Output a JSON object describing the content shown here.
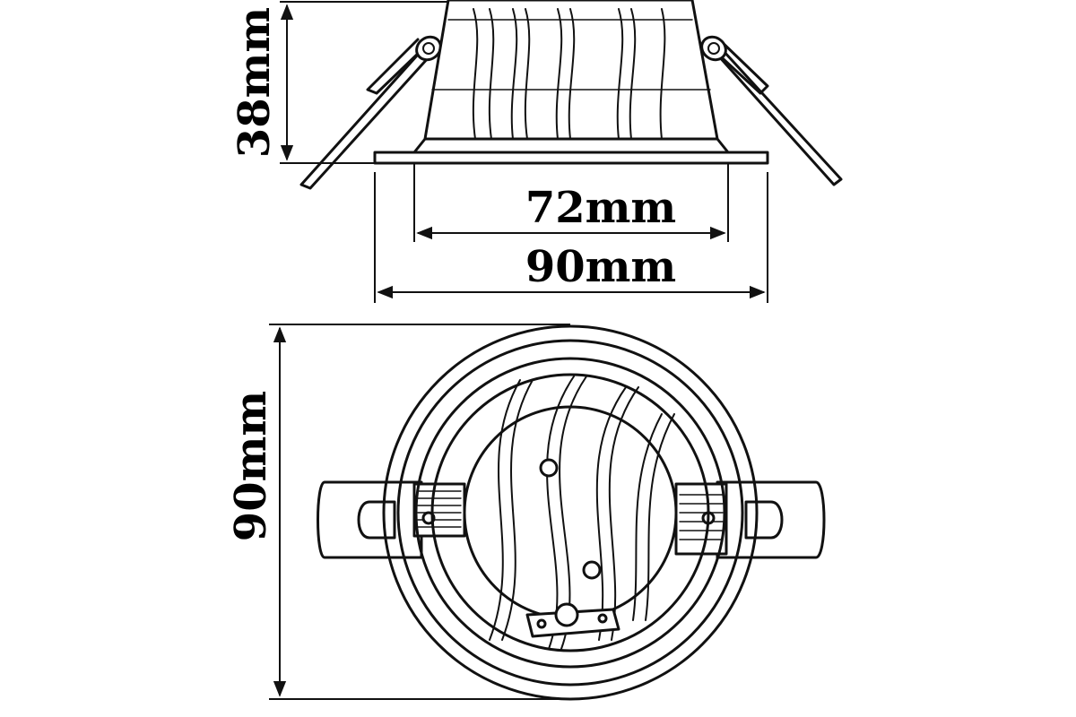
{
  "dimensions": {
    "height_label": "38mm",
    "cutout_label": "72mm",
    "outer_width_label": "90mm",
    "outer_diameter_label": "90mm"
  }
}
